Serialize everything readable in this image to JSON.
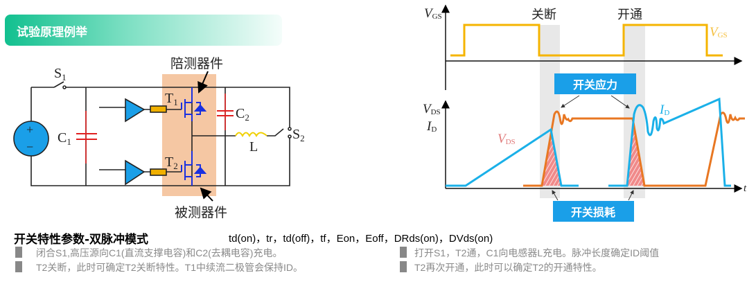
{
  "header": {
    "title": "试验原理例举"
  },
  "circuit": {
    "aux_device": "陪测器件",
    "dut": "被测器件",
    "t1": "T",
    "t1_sub": "1",
    "t2": "T",
    "t2_sub": "2",
    "c1": "C",
    "c1_sub": "1",
    "c2": "C",
    "c2_sub": "2",
    "l": "L",
    "s1": "S",
    "s1_sub": "1",
    "s2": "S",
    "s2_sub": "2",
    "plus": "+",
    "minus": "−"
  },
  "waveform": {
    "vgs_axis": "V",
    "vgs_sub": "GS",
    "vgs_trace": "V",
    "vgs_trace_sub": "GS",
    "vds_axis": "V",
    "vds_sub": "DS",
    "id_axis": "I",
    "id_sub": "D",
    "vds_label": "V",
    "vds_label_sub": "DS",
    "id_label": "I",
    "id_label_sub": "D",
    "turn_off": "关断",
    "turn_on": "开通",
    "stress_box": "开关应力",
    "loss_box": "开关损耗",
    "t_axis": "t"
  },
  "bottom": {
    "title": "开关特性参数-双脉冲模式",
    "params": "td(on)，tr，td(off)，tf，Eon，Eoff，DRds(on)，DVds(on)",
    "steps": [
      "闭合S1,高压源向C1(直流支撑电容)和C2(去耦电容)充电。",
      "打开S1，T2通，C1向电感器L充电。脉冲长度确定ID阈值",
      "T2关断，此时可确定T2关断特性。T1中续流二极管会保持ID。",
      "T2再次开通，此时可以确定T2的开通特性。"
    ]
  },
  "colors": {
    "accent": "#12c08f",
    "vgs": "#f5b400",
    "vds": "#e87722",
    "id": "#1ab0e8",
    "box": "#1a9fe8"
  }
}
